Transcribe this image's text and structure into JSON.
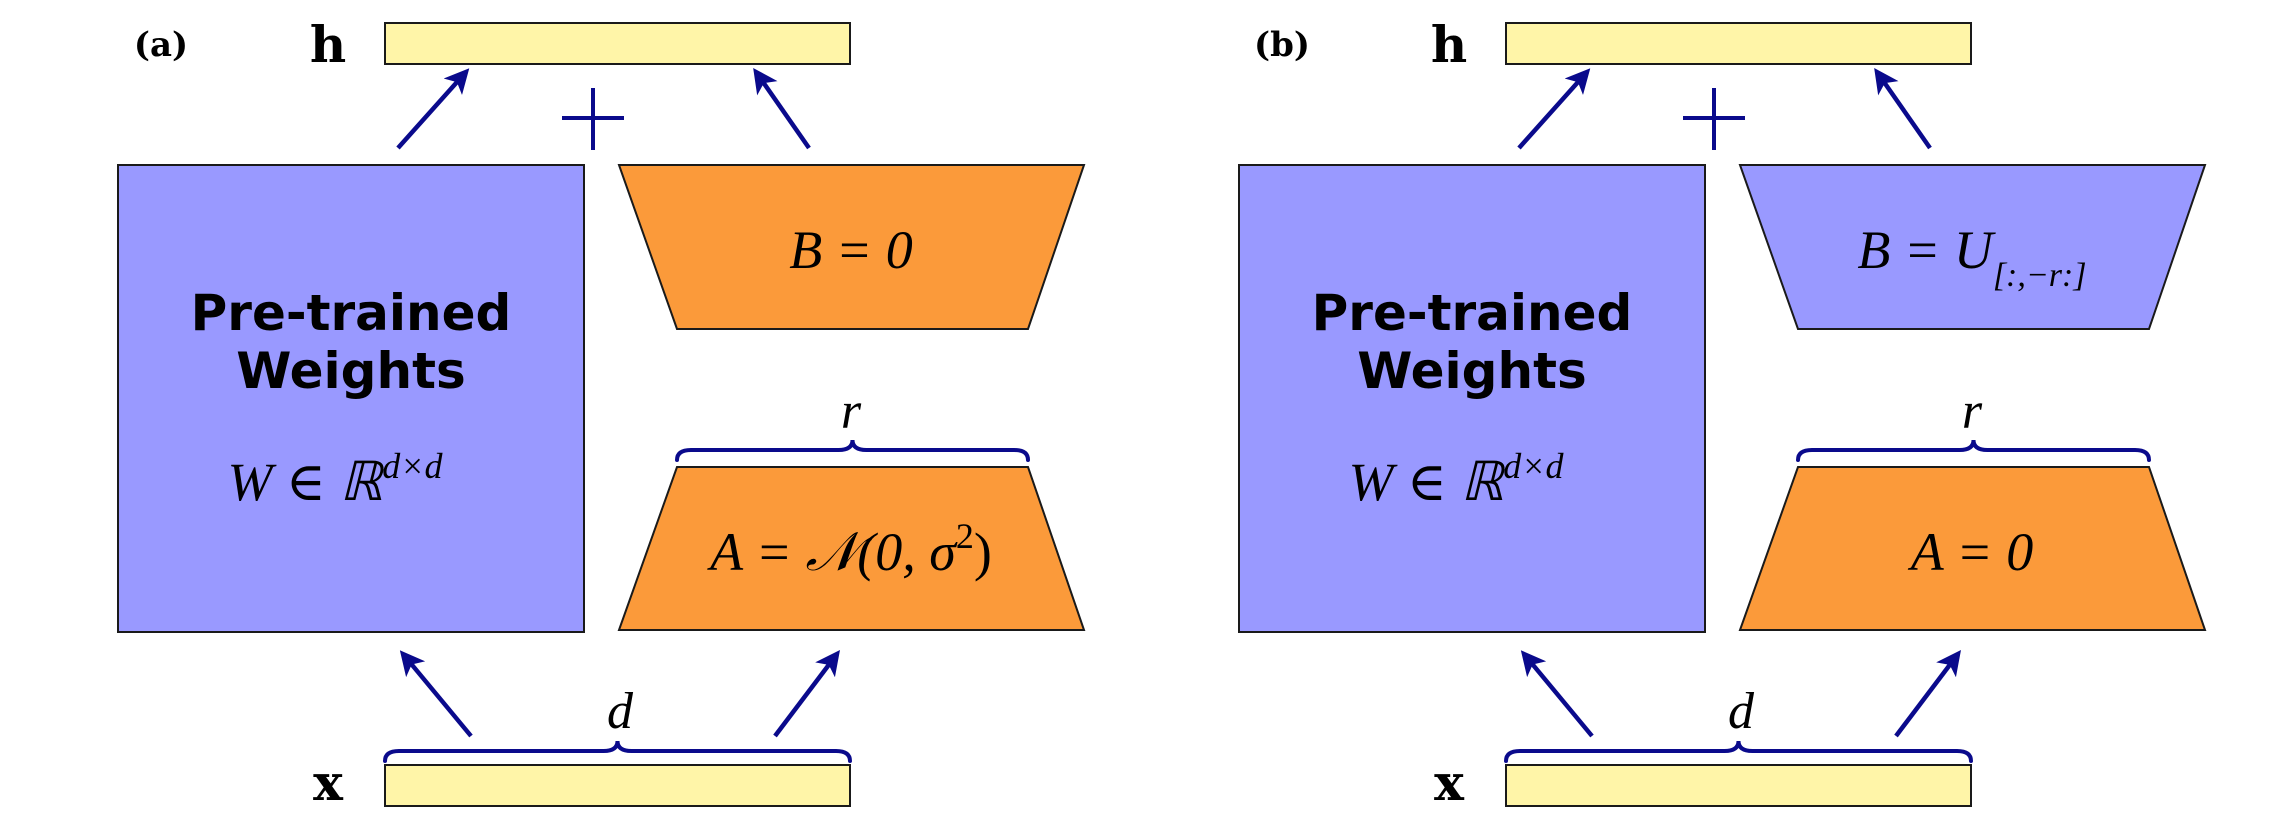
{
  "colors": {
    "pretrained_fill": "#9999ff",
    "orange_fill": "#fb9a3a",
    "vector_fill": "#fff5a8",
    "arrow": "#0a0a8c",
    "outline": "#1a1a1a"
  },
  "panels": [
    {
      "label": "(a)",
      "output_label": "h",
      "input_label": "x",
      "plus": "+",
      "pretrained": {
        "title_line1": "Pre-trained",
        "title_line2": "Weights",
        "formula_main": "W ∈ ℝ",
        "formula_sup": "d×d"
      },
      "B": {
        "main": "B = 0",
        "sub": "",
        "fill": "orange"
      },
      "A": {
        "main": "A = 𝒩(0, σ",
        "sup": "2",
        "tail": ")",
        "fill": "orange"
      },
      "rank_label": "r",
      "dim_label": "d"
    },
    {
      "label": "(b)",
      "output_label": "h",
      "input_label": "x",
      "plus": "+",
      "pretrained": {
        "title_line1": "Pre-trained",
        "title_line2": "Weights",
        "formula_main": "W ∈ ℝ",
        "formula_sup": "d×d"
      },
      "B": {
        "main": "B = U",
        "sub": "[:,−r:]",
        "fill": "purple"
      },
      "A": {
        "main": "A = 0",
        "sup": "",
        "tail": "",
        "fill": "orange"
      },
      "rank_label": "r",
      "dim_label": "d"
    }
  ]
}
